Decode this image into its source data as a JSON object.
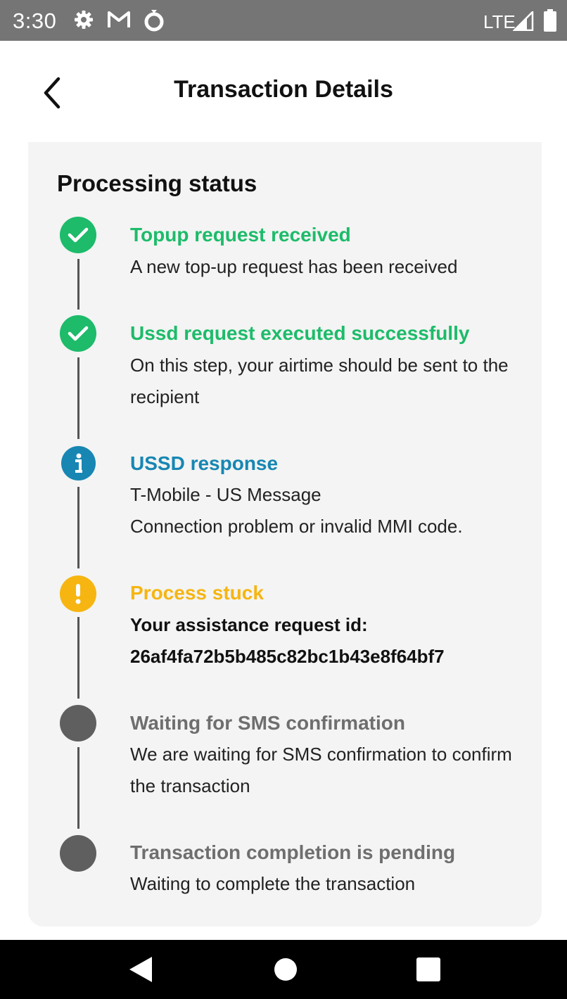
{
  "status_bar": {
    "time": "3:30",
    "network": "LTE",
    "icons": [
      "gear-icon",
      "gmail-icon",
      "ring-icon",
      "signal-icon",
      "battery-icon"
    ]
  },
  "header": {
    "title": "Transaction Details",
    "back_icon": "chevron-left-icon"
  },
  "card": {
    "title": "Processing status",
    "steps": [
      {
        "state": "done",
        "icon": "check-circle-icon",
        "color": "#1dbb6a",
        "title": "Topup request received",
        "lines": [
          "A new top-up request has been received"
        ]
      },
      {
        "state": "done",
        "icon": "check-circle-icon",
        "color": "#1dbb6a",
        "title": "Ussd request executed successfully",
        "lines": [
          "On this step, your airtime should be sent to the recipient"
        ]
      },
      {
        "state": "info",
        "icon": "info-circle-icon",
        "color": "#1786b3",
        "title": "USSD response",
        "lines": [
          "T-Mobile - US Message",
          "Connection problem or invalid MMI code."
        ]
      },
      {
        "state": "warning",
        "icon": "exclamation-circle-icon",
        "color": "#f6b511",
        "title": "Process stuck",
        "lines": [
          "Your assistance request id:",
          "26af4fa72b5b485c82bc1b43e8f64bf7"
        ]
      },
      {
        "state": "pending",
        "icon": "pending-dot-icon",
        "color": "#5f5f5f",
        "title": "Waiting for SMS confirmation",
        "lines": [
          "We are waiting for SMS confirmation to confirm the transaction"
        ]
      },
      {
        "state": "pending",
        "icon": "pending-dot-icon",
        "color": "#5f5f5f",
        "title": "Transaction completion is pending",
        "lines": [
          "Waiting to complete the transaction"
        ]
      }
    ]
  },
  "nav_bar": {
    "icons": [
      "nav-back-icon",
      "nav-home-icon",
      "nav-recents-icon"
    ]
  }
}
